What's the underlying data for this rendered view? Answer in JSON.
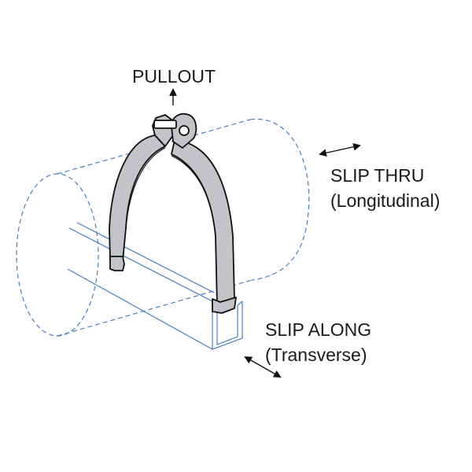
{
  "labels": {
    "pullout": "PULLOUT",
    "slip_thru": "SLIP THRU",
    "longitudinal": "(Longitudinal)",
    "slip_along": "SLIP ALONG",
    "transverse": "(Transverse)"
  },
  "colors": {
    "pipe_outline": "#4a7fc1",
    "clamp_fill": "#c2c4c8",
    "clamp_stroke": "#111111",
    "text": "#1a1a1a",
    "arrow": "#111111"
  }
}
